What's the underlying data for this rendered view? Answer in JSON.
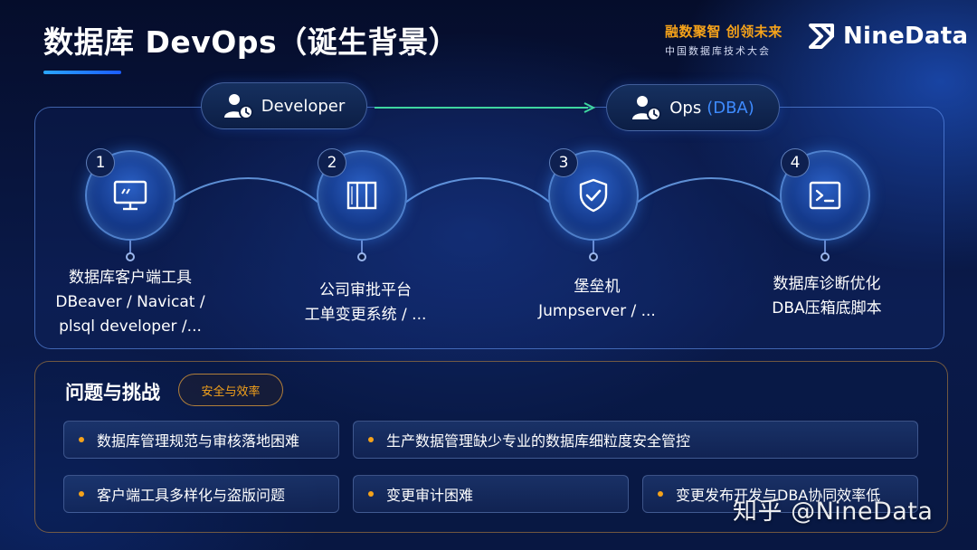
{
  "header": {
    "title": "数据库 DevOps（诞生背景）",
    "brand_slogan": "融数聚智 创领未来",
    "brand_sub": "中国数据库技术大会",
    "logo_text": "NineData"
  },
  "roles": {
    "developer": "Developer",
    "ops": "Ops",
    "ops_tag": "(DBA)"
  },
  "steps": [
    {
      "num": "1",
      "icon": "monitor-icon",
      "lines": [
        "数据库客户端工具",
        "DBeaver / Navicat /",
        "plsql developer /..."
      ]
    },
    {
      "num": "2",
      "icon": "book-icon",
      "lines": [
        "公司审批平台",
        "工单变更系统 / ..."
      ]
    },
    {
      "num": "3",
      "icon": "shield-check-icon",
      "lines": [
        "堡垒机",
        "Jumpserver / ..."
      ]
    },
    {
      "num": "4",
      "icon": "terminal-icon",
      "lines": [
        "数据库诊断优化",
        "DBA压箱底脚本"
      ]
    }
  ],
  "challenges": {
    "title": "问题与挑战",
    "badge": "安全与效率",
    "items": [
      "数据库管理规范与审核落地困难",
      "生产数据管理缺少专业的数据库细粒度安全管控",
      "客户端工具多样化与盗版问题",
      "变更审计困难",
      "变更发布开发与DBA协同效率低"
    ]
  },
  "colors": {
    "accent_blue": "#2aa6ff",
    "accent_orange": "#f5a21a",
    "arrow_green": "#3ed6a0"
  },
  "watermark": "知乎 @NineData"
}
